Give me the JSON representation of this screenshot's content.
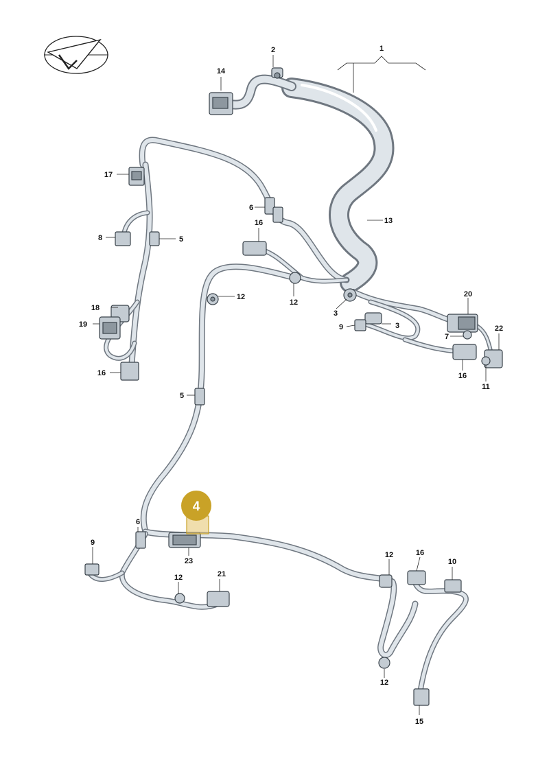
{
  "callouts": {
    "c1": "1",
    "c2": "2",
    "c3a": "3",
    "c3b": "3",
    "c4": "4",
    "c5a": "5",
    "c5b": "5",
    "c6a": "6",
    "c6b": "6",
    "c7": "7",
    "c8": "8",
    "c9a": "9",
    "c9b": "9",
    "c10": "10",
    "c11": "11",
    "c12a": "12",
    "c12b": "12",
    "c12c": "12",
    "c12d": "12",
    "c12e": "12",
    "c13": "13",
    "c14": "14",
    "c15": "15",
    "c16a": "16",
    "c16b": "16",
    "c16c": "16",
    "c16d": "16",
    "c17": "17",
    "c18": "18",
    "c19": "19",
    "c20": "20",
    "c21": "21",
    "c22": "22",
    "c23": "23"
  },
  "highlight": {
    "color": "#c9a227",
    "label": "4"
  },
  "logo": {
    "icon": "paper-plane-logo-icon"
  }
}
